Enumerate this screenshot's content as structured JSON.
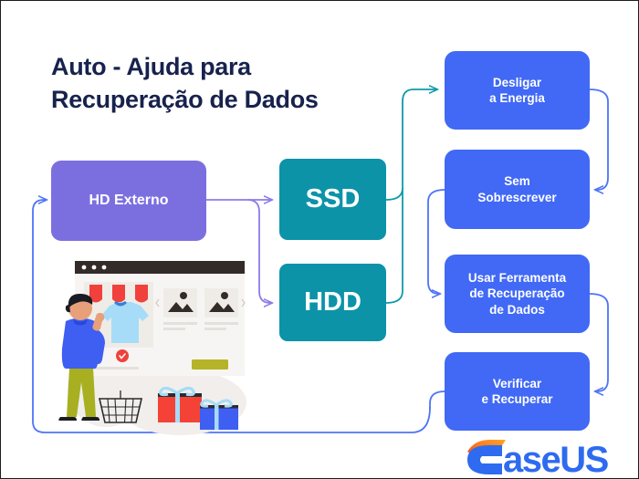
{
  "page": {
    "title": "Auto - Ajuda para\nRecuperação de Dados",
    "background_color": "#ffffff",
    "title_color": "#17224d"
  },
  "colors": {
    "purple": "#7b6fe0",
    "teal": "#0c93a8",
    "blue": "#4169f5",
    "connector_purple": "#8b7ce8",
    "connector_teal": "#109aa8",
    "connector_blue": "#4d74f7",
    "logo_blue": "#2f6bf0",
    "logo_orange": "#f5a623",
    "logo_red": "#f4511e"
  },
  "nodes": {
    "hd_externo": {
      "label": "HD Externo",
      "color": "#7b6fe0"
    },
    "ssd": {
      "label": "SSD",
      "color": "#0c93a8"
    },
    "hdd": {
      "label": "HDD",
      "color": "#0c93a8"
    },
    "desligar": {
      "label": "Desligar\na Energia",
      "color": "#4169f5"
    },
    "sem_sobrescrever": {
      "label": "Sem\nSobrescrever",
      "color": "#4169f5"
    },
    "usar_ferramenta": {
      "label": "Usar Ferramenta\nde Recuperação\nde Dados",
      "color": "#4169f5"
    },
    "verificar": {
      "label": "Verificar\ne Recuperar",
      "color": "#4169f5"
    }
  },
  "logo": {
    "text": "aseUS",
    "name": "EaseUS"
  },
  "illustration": {
    "name": "online-shopping-illustration",
    "description": "Person pointing at a browser window showing a shop with awning, shirt and product placeholders, with a shopping basket and gift boxes"
  }
}
